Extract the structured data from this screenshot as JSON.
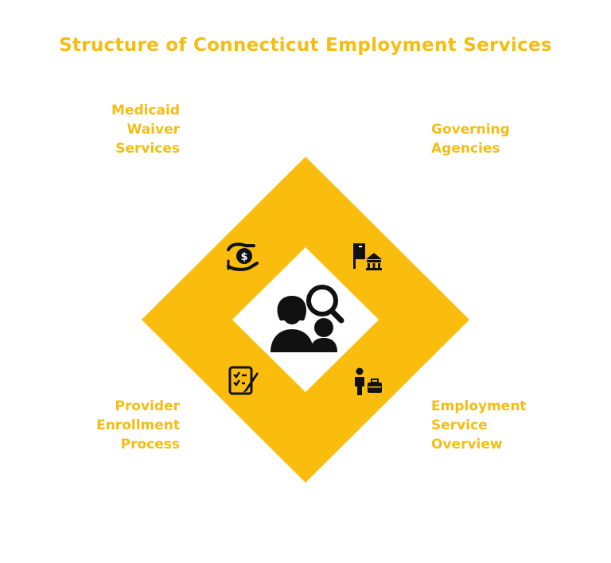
{
  "title": "Structure of Connecticut Employment Services",
  "colors": {
    "accent": "#f5bd14",
    "quadrant": "#fbbd0d",
    "icon": "#111111",
    "background": "#ffffff"
  },
  "quadrants": {
    "top_left": {
      "label_lines": [
        "Medicaid",
        "Waiver",
        "Services"
      ],
      "icon": "hand-dollar-icon"
    },
    "top_right": {
      "label_lines": [
        "Governing",
        "Agencies"
      ],
      "icon": "government-building-icon"
    },
    "bottom_left": {
      "label_lines": [
        "Provider",
        "Enrollment",
        "Process"
      ],
      "icon": "checklist-icon"
    },
    "bottom_right": {
      "label_lines": [
        "Employment",
        "Service",
        "Overview"
      ],
      "icon": "worker-briefcase-icon"
    }
  },
  "center": {
    "icon": "people-search-icon"
  }
}
